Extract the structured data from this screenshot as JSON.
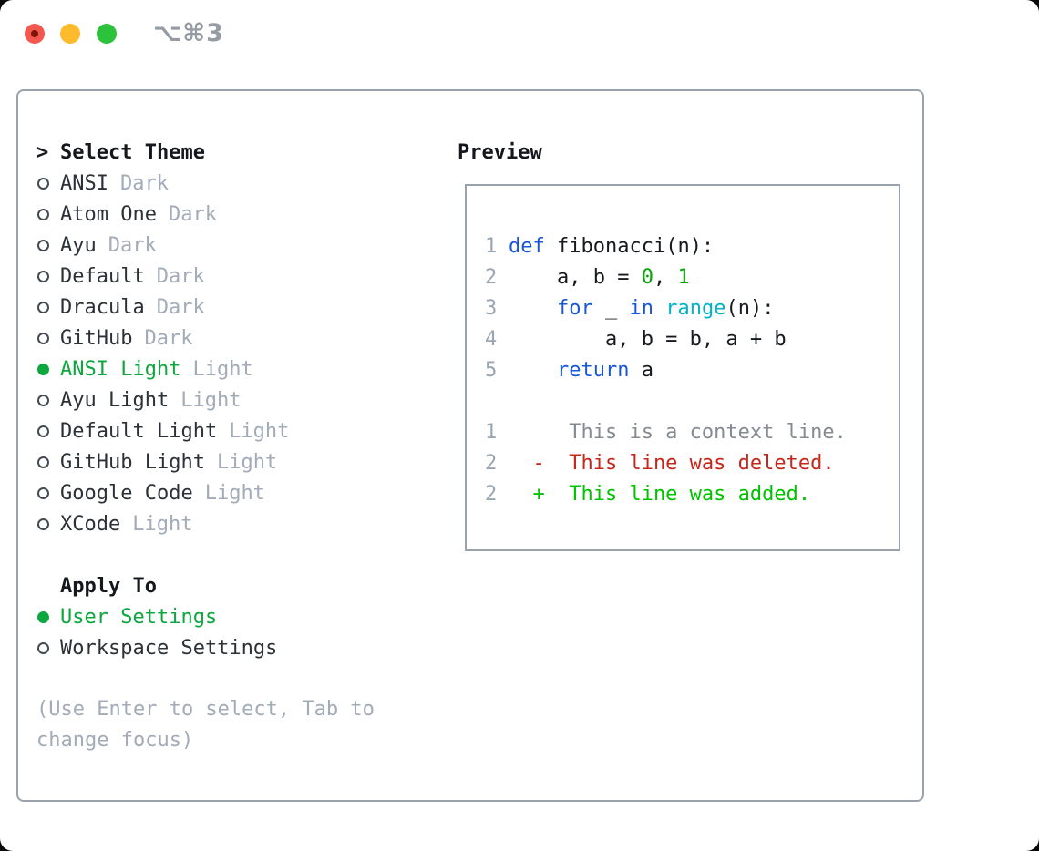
{
  "window": {
    "title": "⌥⌘3",
    "traffic_lights": [
      "close",
      "minimize",
      "zoom"
    ]
  },
  "theme_picker": {
    "prompt": ">",
    "title": "Select Theme",
    "themes": [
      {
        "name": "ANSI",
        "tag": "Dark",
        "selected": false
      },
      {
        "name": "Atom One",
        "tag": "Dark",
        "selected": false
      },
      {
        "name": "Ayu",
        "tag": "Dark",
        "selected": false
      },
      {
        "name": "Default",
        "tag": "Dark",
        "selected": false
      },
      {
        "name": "Dracula",
        "tag": "Dark",
        "selected": false
      },
      {
        "name": "GitHub",
        "tag": "Dark",
        "selected": false
      },
      {
        "name": "ANSI Light",
        "tag": "Light",
        "selected": true
      },
      {
        "name": "Ayu Light",
        "tag": "Light",
        "selected": false
      },
      {
        "name": "Default Light",
        "tag": "Light",
        "selected": false
      },
      {
        "name": "GitHub Light",
        "tag": "Light",
        "selected": false
      },
      {
        "name": "Google Code",
        "tag": "Light",
        "selected": false
      },
      {
        "name": "XCode",
        "tag": "Light",
        "selected": false
      }
    ],
    "apply_to": {
      "title": "Apply To",
      "options": [
        {
          "name": "User Settings",
          "selected": true
        },
        {
          "name": "Workspace Settings",
          "selected": false
        }
      ]
    },
    "hint_lines": [
      "(Use Enter to select, Tab to",
      "change focus)"
    ]
  },
  "preview": {
    "title": "Preview",
    "lines": [
      {
        "num": "1",
        "tokens": [
          [
            "kw",
            "def"
          ],
          [
            "plain",
            " fibonacci(n):"
          ]
        ]
      },
      {
        "num": "2",
        "tokens": [
          [
            "plain",
            "    a, b = "
          ],
          [
            "num",
            "0"
          ],
          [
            "plain",
            ", "
          ],
          [
            "num",
            "1"
          ]
        ]
      },
      {
        "num": "3",
        "tokens": [
          [
            "plain",
            "    "
          ],
          [
            "kw",
            "for"
          ],
          [
            "plain",
            " _ "
          ],
          [
            "kw",
            "in"
          ],
          [
            "plain",
            " "
          ],
          [
            "fn",
            "range"
          ],
          [
            "plain",
            "(n):"
          ]
        ]
      },
      {
        "num": "4",
        "tokens": [
          [
            "plain",
            "        a, b = b, a + b"
          ]
        ]
      },
      {
        "num": "5",
        "tokens": [
          [
            "plain",
            "    "
          ],
          [
            "kw",
            "return"
          ],
          [
            "plain",
            " a"
          ]
        ]
      },
      {
        "num": "",
        "tokens": []
      },
      {
        "num": "1",
        "tokens": [
          [
            "ctx",
            "     This is a context line."
          ]
        ]
      },
      {
        "num": "2",
        "tokens": [
          [
            "del",
            "  -  This line was deleted."
          ]
        ]
      },
      {
        "num": "2",
        "tokens": [
          [
            "add",
            "  +  This line was added."
          ]
        ]
      }
    ]
  },
  "colors": {
    "accent_green": "#0ca73e",
    "added_green": "#00c300",
    "deleted_red": "#c5271a",
    "keyword_blue": "#1a57d7",
    "function_cyan": "#00b3c7",
    "number_green": "#00a800",
    "context_gray": "#858b92",
    "muted_gray": "#a2abb8",
    "line_number_gray": "#9aa5b2",
    "border_gray": "#9aa3ad",
    "traffic_red": "#f4574f",
    "traffic_yellow": "#fbbb2d",
    "traffic_green": "#2dc23c"
  }
}
